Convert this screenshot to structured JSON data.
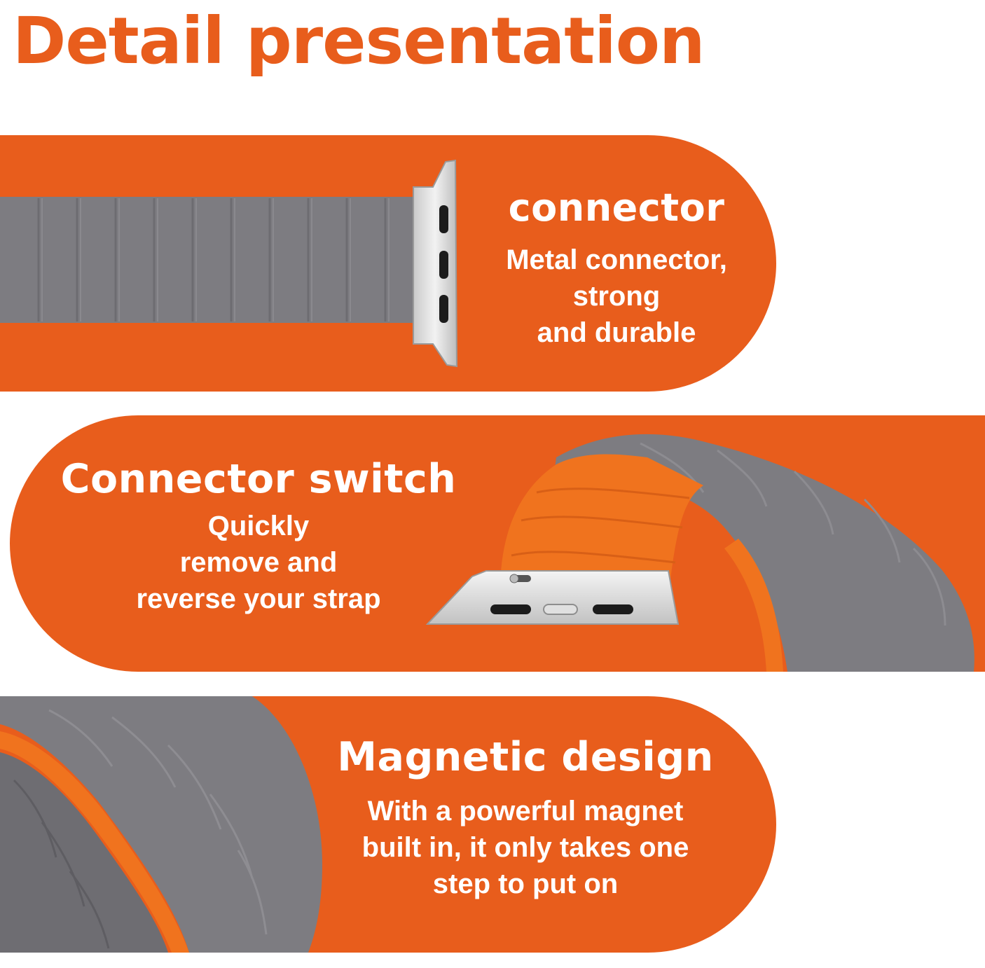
{
  "header": {
    "title": "Detail presentation"
  },
  "colors": {
    "brand_orange": "#e85d1c",
    "strap_gray": "#7d7c81",
    "strap_inner_orange": "#f0731e",
    "connector_silver": "#dcdcdc"
  },
  "features": [
    {
      "title": "connector",
      "description": [
        "Metal connector,",
        "strong",
        "and durable"
      ]
    },
    {
      "title": "Connector switch",
      "description": [
        "Quickly",
        "remove and",
        "reverse your strap"
      ]
    },
    {
      "title": "Magnetic design",
      "description": [
        "With a powerful magnet",
        "built in, it only takes one",
        "step to put on"
      ]
    }
  ]
}
